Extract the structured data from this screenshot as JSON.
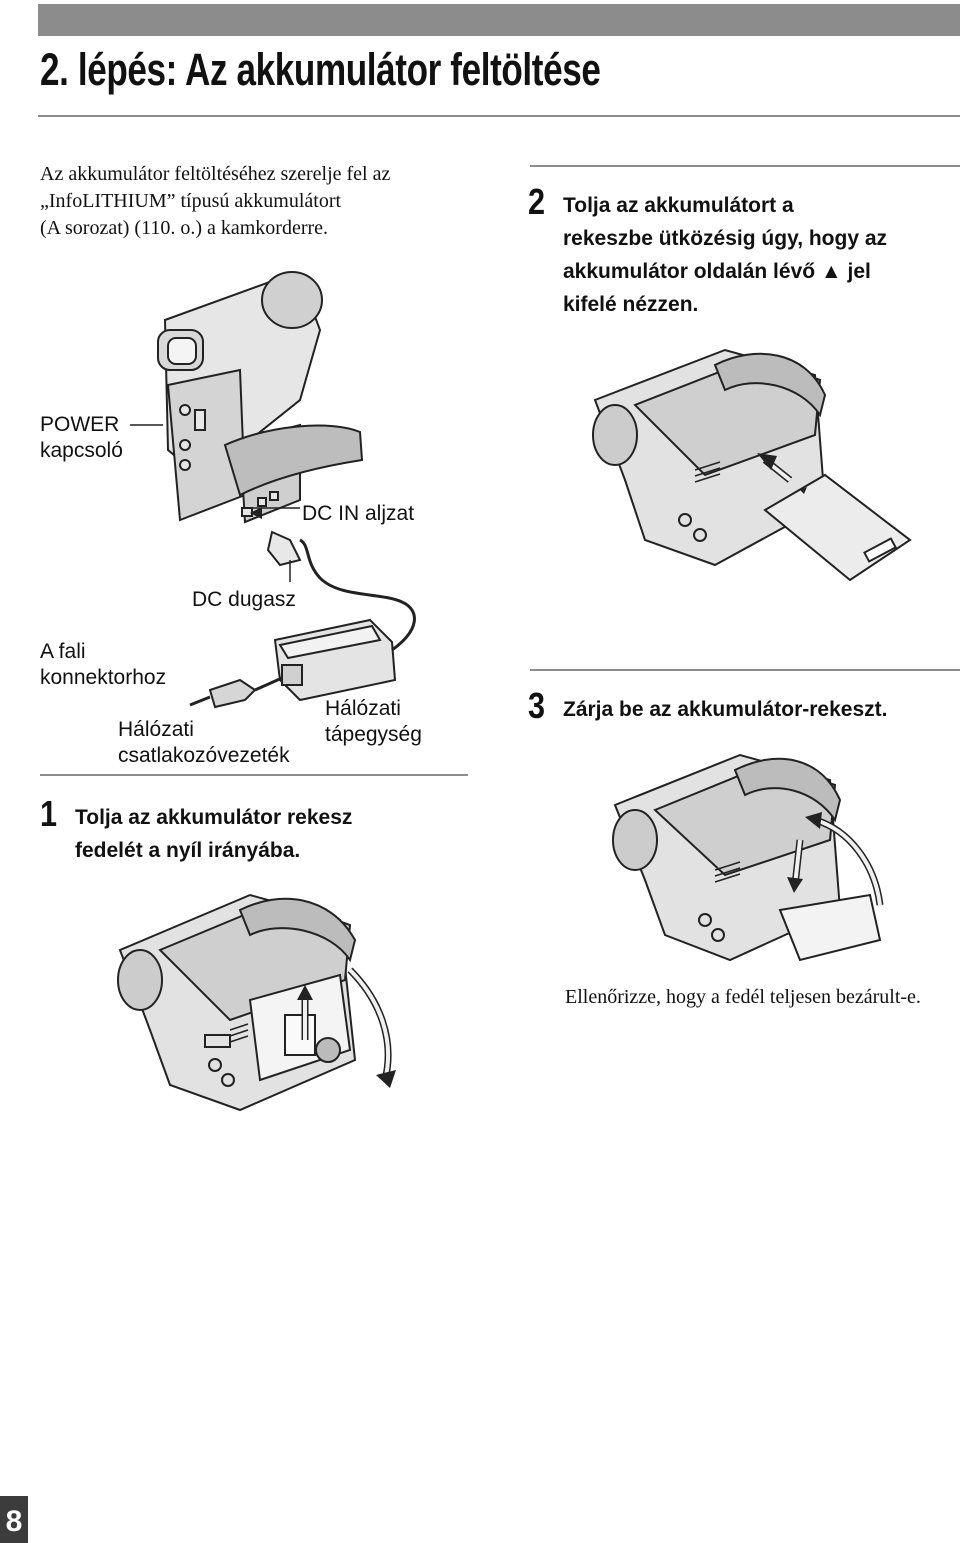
{
  "page": {
    "title": "2. lépés: Az akkumulátor feltöltése",
    "number": "8"
  },
  "intro": {
    "lines": [
      "Az akkumulátor feltöltéséhez szerelje fel az",
      "„InfoLITHIUM” típusú akkumulátort",
      "(A sorozat) (110. o.) a kamkorderre."
    ]
  },
  "labels": {
    "power_switch": [
      "POWER",
      "kapcsoló"
    ],
    "dc_in_jack": "DC IN aljzat",
    "dc_plug": "DC dugasz",
    "wall_outlet": [
      "A fali",
      "konnektorhoz"
    ],
    "power_cord": [
      "Hálózati",
      "csatlakozóvezeték"
    ],
    "ac_adaptor": [
      "Hálózati",
      "tápegység"
    ]
  },
  "steps": [
    {
      "number": "1",
      "lines": [
        "Tolja az akkumulátor rekesz",
        "fedelét a nyíl irányába."
      ]
    },
    {
      "number": "2",
      "lines": [
        "Tolja az akkumulátort a",
        "rekeszbe ütközésig úgy, hogy az",
        "akkumulátor oldalán lévő ▲ jel",
        "kifelé nézzen."
      ]
    },
    {
      "number": "3",
      "lines": [
        "Zárja be az akkumulátor-rekeszt."
      ]
    }
  ],
  "note": "Ellenőrizze, hogy a fedél teljesen bezárult-e."
}
